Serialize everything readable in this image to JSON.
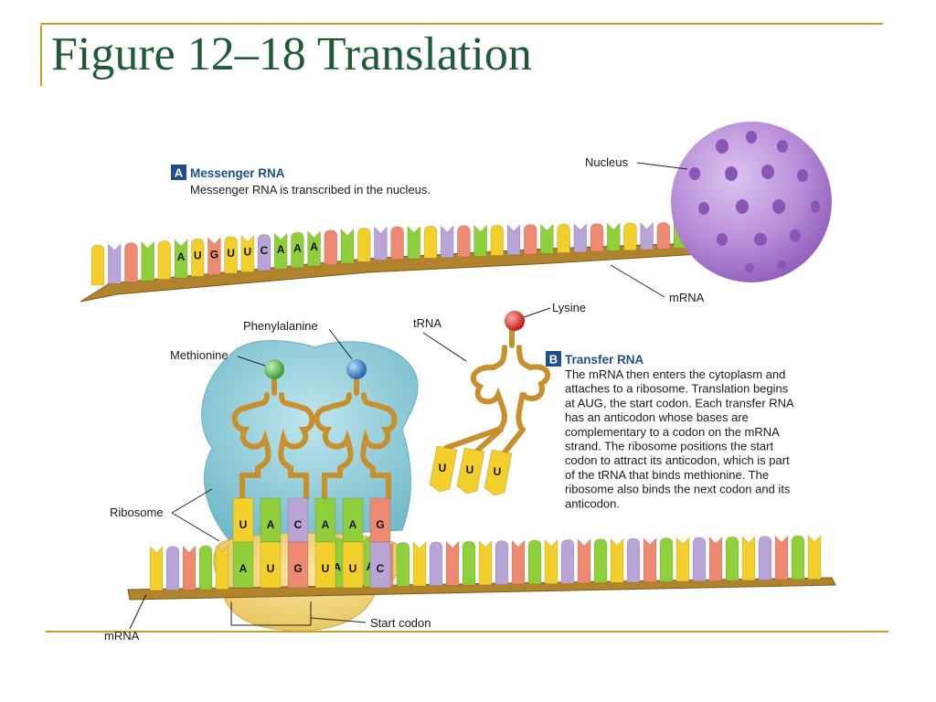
{
  "slide": {
    "title": "Figure 12–18 Translation"
  },
  "colors": {
    "title": "#1f5a33",
    "rule": "#c8a020",
    "backbone": "#b0832c",
    "base_yellow": "#f2cf2a",
    "base_green": "#8fcf3c",
    "base_salmon": "#ee8a72",
    "base_purple": "#b9a4d6",
    "ribosome": "#8ccbd8",
    "nucleus": "#b78cd8",
    "trna": "#c7902d",
    "methionine": "#5cb35c",
    "phenylalanine": "#3b86c8",
    "lysine": "#e03030"
  },
  "panel_a": {
    "letter": "A",
    "heading": "Messenger RNA",
    "caption": "Messenger RNA is transcribed in the nucleus.",
    "mrna_bases": [
      "A",
      "U",
      "G",
      "U",
      "U",
      "C",
      "A",
      "A",
      "A"
    ]
  },
  "panel_b": {
    "letter": "B",
    "heading": "Transfer RNA",
    "caption_lines": [
      "The mRNA then enters the cytoplasm and",
      "attaches to a ribosome. Translation begins",
      "at AUG, the start codon. Each transfer RNA",
      "has an anticodon whose bases are",
      "complementary to a codon on the mRNA",
      "strand. The ribosome positions the start",
      "codon to attract its anticodon, which is part",
      "of the tRNA that binds methionine. The",
      "ribosome also binds the next codon and its",
      "anticodon."
    ]
  },
  "labels": {
    "nucleus": "Nucleus",
    "mrna_top": "mRNA",
    "lysine": "Lysine",
    "trna": "tRNA",
    "phenylalanine": "Phenylalanine",
    "methionine": "Methionine",
    "ribosome": "Ribosome",
    "mrna_bottom": "mRNA",
    "start_codon": "Start codon"
  },
  "free_trna_anticodon": [
    "U",
    "U",
    "U"
  ],
  "ribosome_anticodons": [
    "U",
    "A",
    "C",
    "A",
    "A",
    "G"
  ],
  "bottom_mrna_bases": [
    "A",
    "U",
    "G",
    "U",
    "U",
    "C",
    "A",
    "A",
    "A"
  ]
}
